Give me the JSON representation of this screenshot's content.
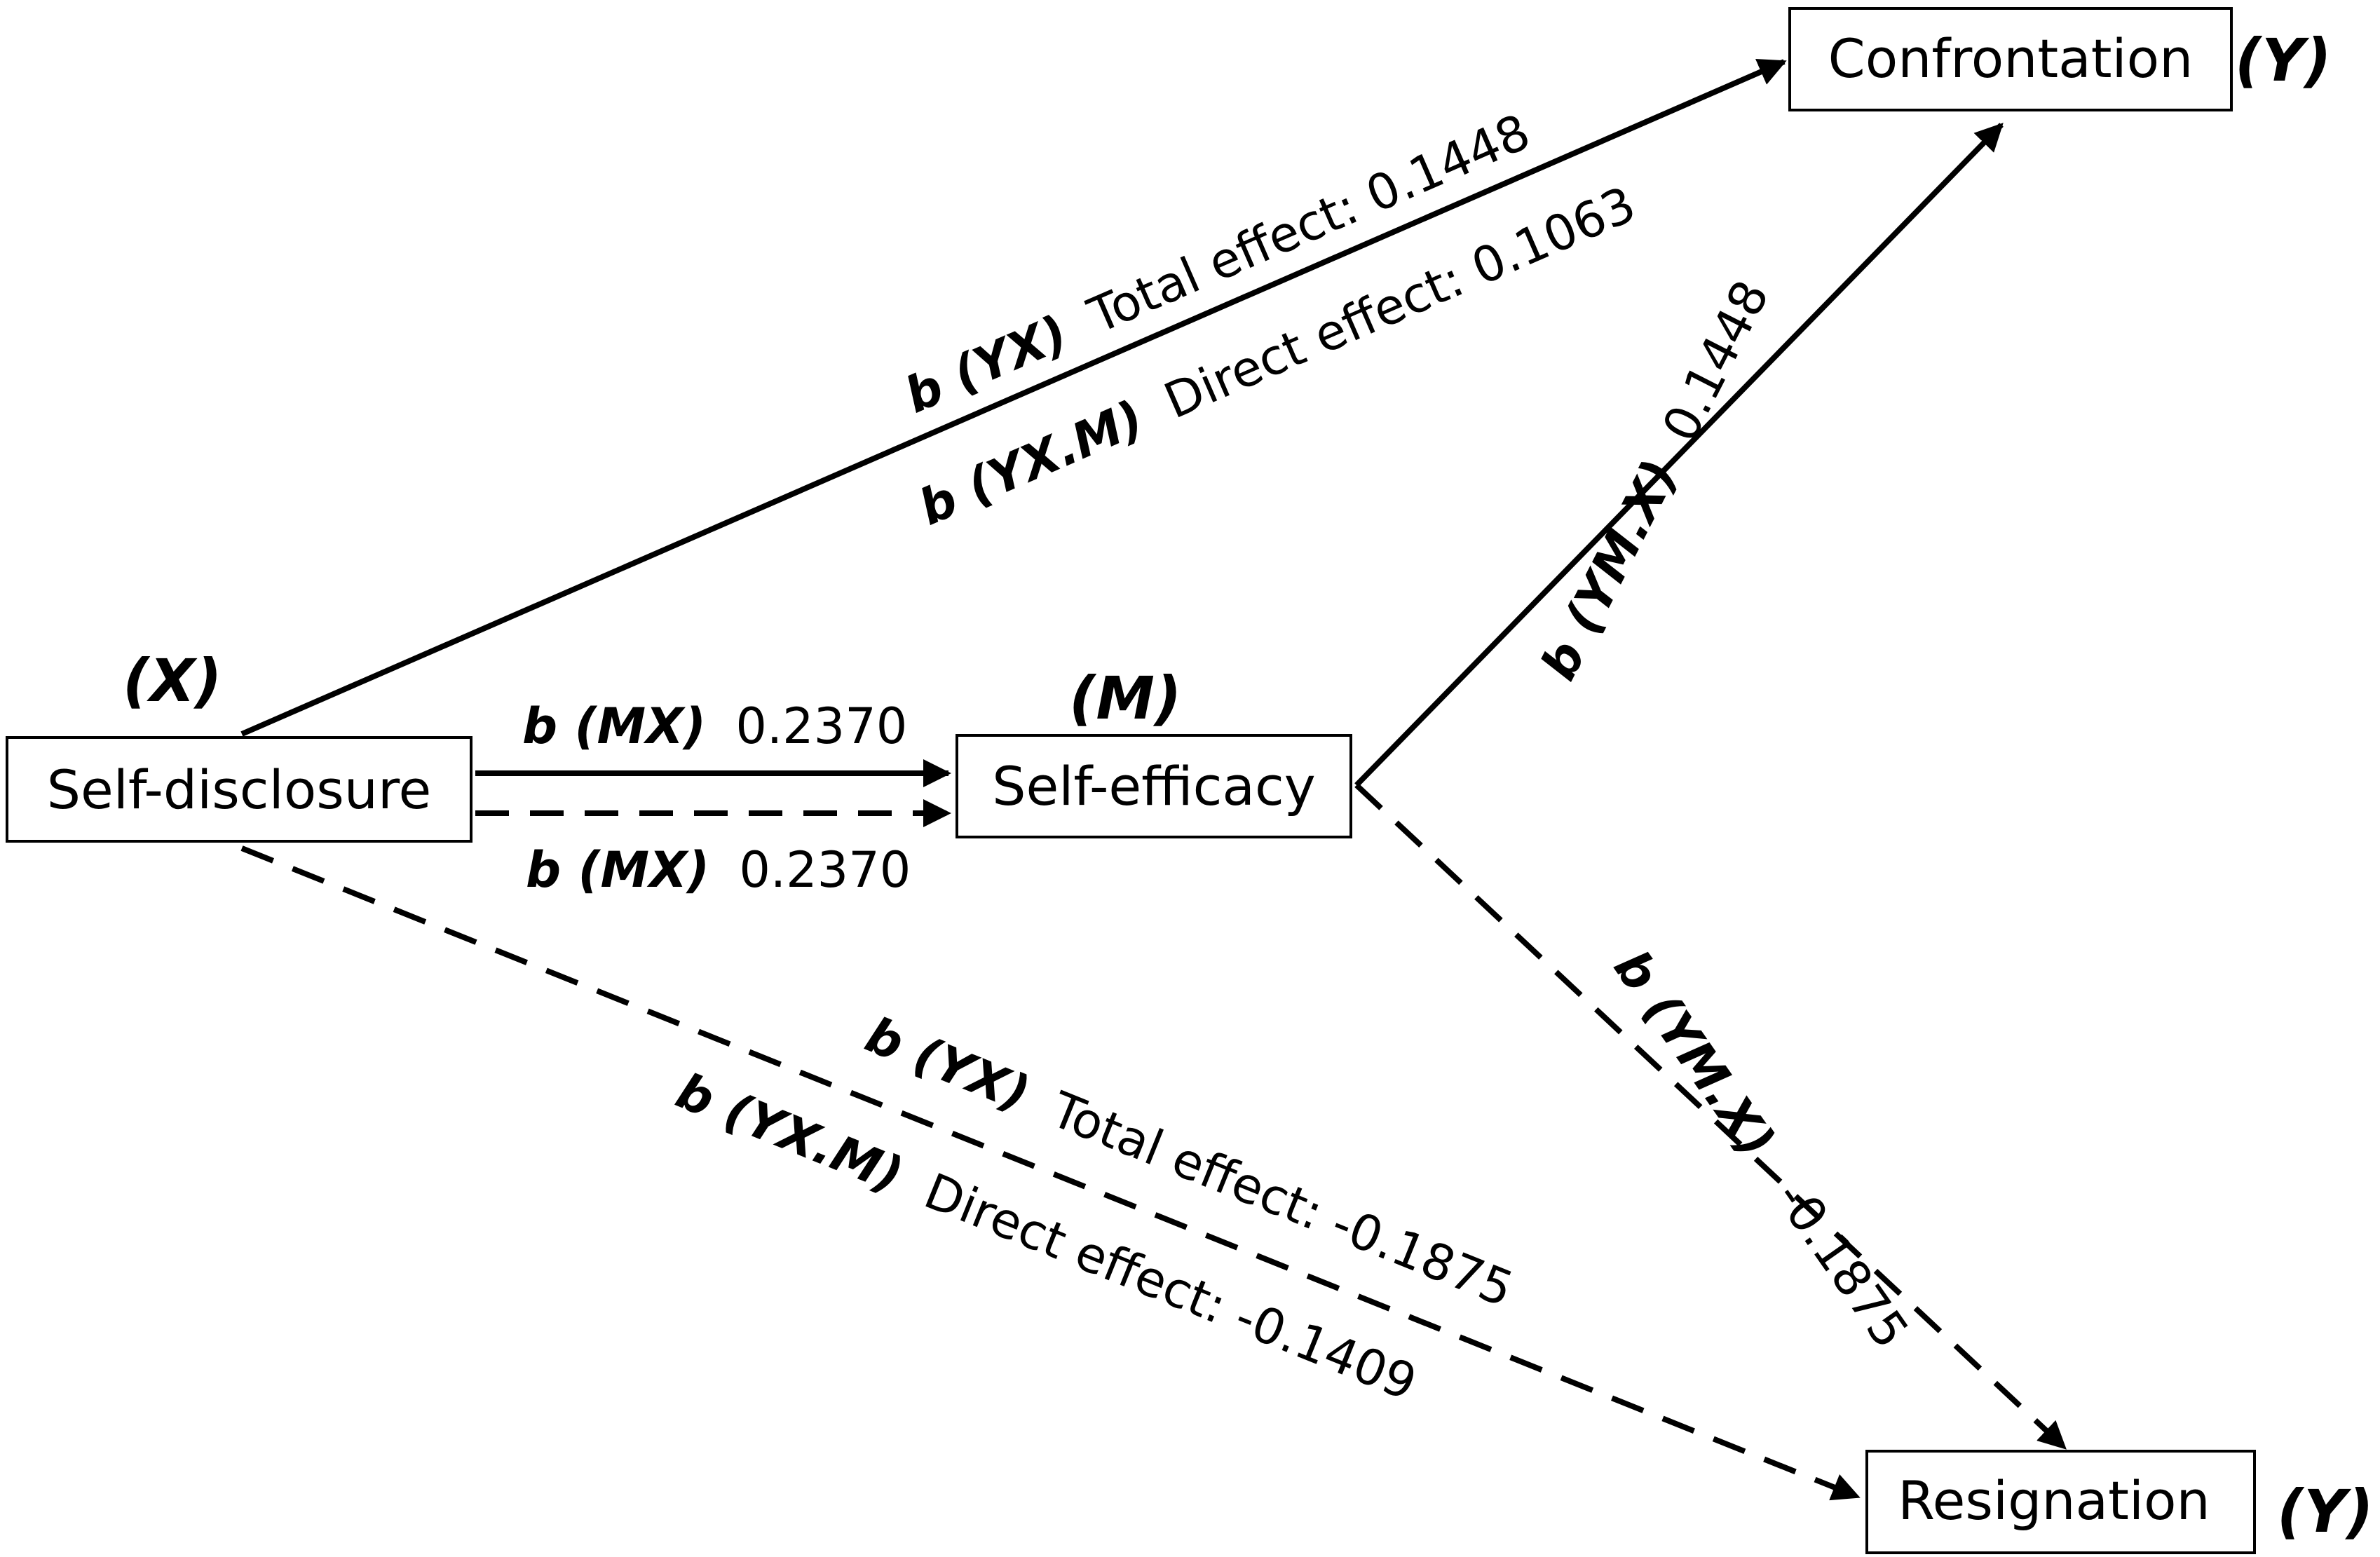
{
  "nodes": {
    "x": {
      "label": "Self-disclosure",
      "role": "(X)"
    },
    "m": {
      "label": "Self-efficacy",
      "role": "(M)"
    },
    "y1": {
      "label": "Confrontation",
      "role": "(Y)"
    },
    "y2": {
      "label": "Resignation",
      "role": "(Y)"
    }
  },
  "edges": {
    "xy1_total": {
      "coef": "b (YX)",
      "text": "Total effect: 0.1448"
    },
    "xy1_direct": {
      "coef": "b (YX.M)",
      "text": "Direct effect: 0.1063"
    },
    "xm_solid": {
      "coef": "b (MX)",
      "text": "0.2370"
    },
    "xm_dashed": {
      "coef": "b (MX)",
      "text": "0.2370"
    },
    "my1": {
      "coef": "b (YM.X)",
      "text": "0.1448"
    },
    "my2": {
      "coef": "b (YM.X)",
      "text": "-0.1875"
    },
    "xy2_total": {
      "coef": "b (YX)",
      "text": "Total effect: -0.1875"
    },
    "xy2_direct": {
      "coef": "b (YX.M)",
      "text": "Direct effect: -0.1409"
    }
  }
}
